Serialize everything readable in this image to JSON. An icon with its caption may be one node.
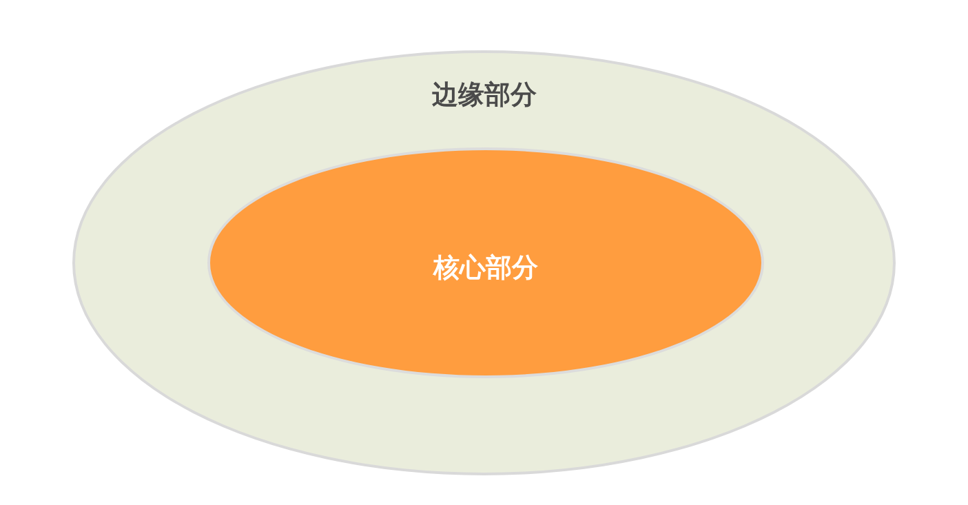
{
  "diagram": {
    "nodes": [
      {
        "text": [
          "边缘部分"
        ]
      },
      {
        "text": [
          "核心部分"
        ],
        "in": 0
      }
    ]
  }
}
